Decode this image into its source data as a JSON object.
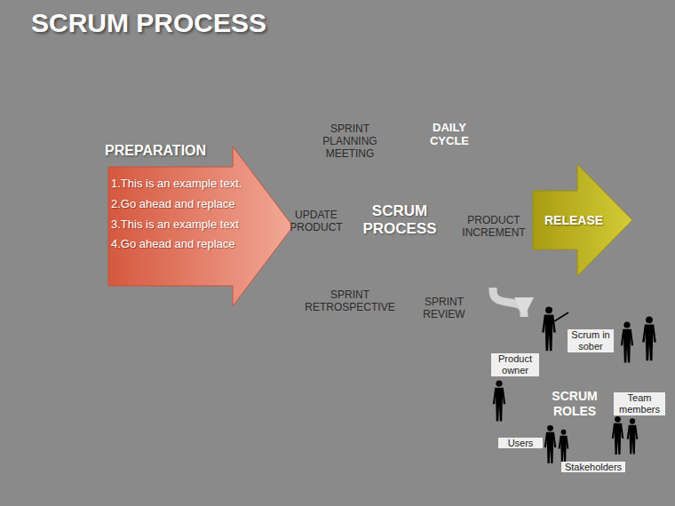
{
  "diagram": {
    "title": "SCRUM PROCESS",
    "nodes": [
      {
        "text": [
          "PREPARATION",
          "1.This is an example text.",
          "2.Go ahead and replace",
          "3.This is an example text",
          "4.Go ahead and replace"
        ]
      },
      {
        "text": [
          "SPRINT PLANNING MEETING"
        ]
      },
      {
        "text": [
          "DAILY CYCLE"
        ]
      },
      {
        "text": [
          "UPDATE PRODUCT"
        ]
      },
      {
        "text": [
          "SCRUM PROCESS"
        ]
      },
      {
        "text": [
          "PRODUCT INCREMENT"
        ]
      },
      {
        "text": [
          "SPRINT RETROSPECTIVE"
        ]
      },
      {
        "text": [
          "SPRINT REVIEW"
        ]
      },
      {
        "text": [
          "RELEASE"
        ]
      },
      {
        "text": [
          "Scrum in sober"
        ]
      },
      {
        "text": [
          "Product owner"
        ]
      },
      {
        "text": [
          "SCRUM ROLES"
        ]
      },
      {
        "text": [
          "Team members"
        ]
      },
      {
        "text": [
          "Users"
        ]
      },
      {
        "text": [
          "Stakeholders"
        ]
      }
    ],
    "edges": [
      {
        "from": 5,
        "to": 10,
        "arrow": "to"
      }
    ]
  }
}
